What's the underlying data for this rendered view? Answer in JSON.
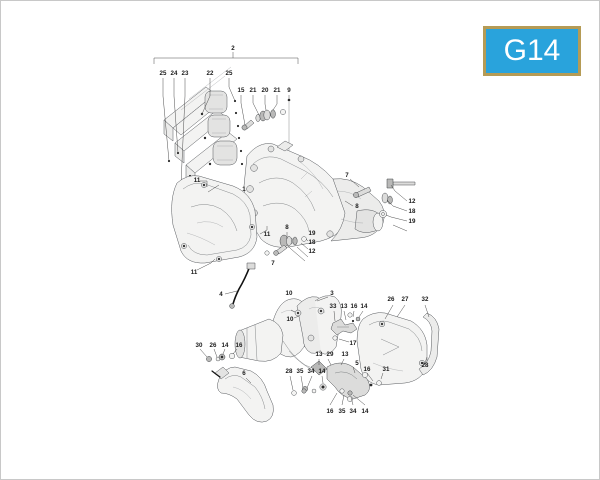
{
  "page": {
    "title": "Exploded Parts Diagram",
    "background_color": "#ffffff",
    "border_color": "#c8c8c8"
  },
  "badge": {
    "label": "G14",
    "background_color": "#29a3dc",
    "border_color": "#b59b55",
    "text_color": "#ffffff"
  },
  "callouts": {
    "top_bracket": {
      "label": "2"
    },
    "top_left_row": [
      {
        "label": "25"
      },
      {
        "label": "24"
      },
      {
        "label": "23"
      },
      {
        "label": "22"
      },
      {
        "label": "25"
      }
    ],
    "top_mid_row": [
      {
        "label": "15"
      },
      {
        "label": "21"
      },
      {
        "label": "20"
      },
      {
        "label": "21"
      },
      {
        "label": "9"
      }
    ],
    "airbox_cover": [
      {
        "label": "11"
      },
      {
        "label": "1"
      },
      {
        "label": "11"
      },
      {
        "label": "11"
      }
    ],
    "right_stack": [
      {
        "label": "7"
      },
      {
        "label": "8"
      },
      {
        "label": "12"
      },
      {
        "label": "18"
      },
      {
        "label": "19"
      }
    ],
    "mid_stack": [
      {
        "label": "19"
      },
      {
        "label": "18"
      },
      {
        "label": "12"
      }
    ],
    "mid_small": [
      {
        "label": "8"
      },
      {
        "label": "7"
      },
      {
        "label": "11"
      }
    ],
    "hose": [
      {
        "label": "4"
      }
    ],
    "manifold": [
      {
        "label": "3"
      },
      {
        "label": "10"
      },
      {
        "label": "10"
      }
    ],
    "lower_left_row": [
      {
        "label": "30"
      },
      {
        "label": "26"
      },
      {
        "label": "14"
      },
      {
        "label": "16"
      }
    ],
    "muffler": [
      {
        "label": "6"
      }
    ],
    "shield_top_row": [
      {
        "label": "33"
      },
      {
        "label": "13"
      },
      {
        "label": "16"
      },
      {
        "label": "14"
      }
    ],
    "shield_right_row": [
      {
        "label": "26"
      },
      {
        "label": "27"
      },
      {
        "label": "32"
      }
    ],
    "shield_misc": [
      {
        "label": "17"
      },
      {
        "label": "28"
      },
      {
        "label": "5"
      },
      {
        "label": "31"
      },
      {
        "label": "16"
      }
    ],
    "bracket_row": [
      {
        "label": "13"
      },
      {
        "label": "29"
      },
      {
        "label": "13"
      }
    ],
    "bottom_left_row": [
      {
        "label": "28"
      },
      {
        "label": "35"
      },
      {
        "label": "34"
      },
      {
        "label": "14"
      }
    ],
    "bottom_row": [
      {
        "label": "16"
      },
      {
        "label": "35"
      },
      {
        "label": "34"
      },
      {
        "label": "14"
      }
    ]
  }
}
